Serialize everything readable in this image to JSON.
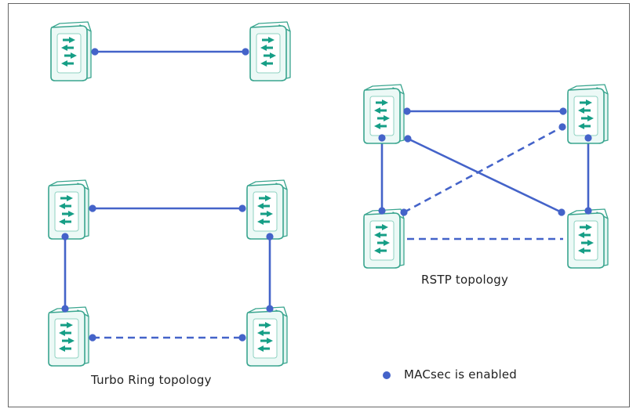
{
  "diagram": {
    "labels": {
      "rstp": "RSTP topology",
      "turbo_ring": "Turbo Ring topology",
      "legend": "MACsec is enabled"
    },
    "colors": {
      "link": "#4463c9",
      "device_fill": "#ecf9f6",
      "device_stroke": "#3aa58f",
      "arrow": "#169e86",
      "frame_border": "#666666"
    },
    "icons": {
      "device": "switch-icon",
      "legend_dot": "macsec-dot-icon"
    },
    "legend": {
      "macsec_indicator": "dot at each link end = MACsec enabled"
    }
  }
}
